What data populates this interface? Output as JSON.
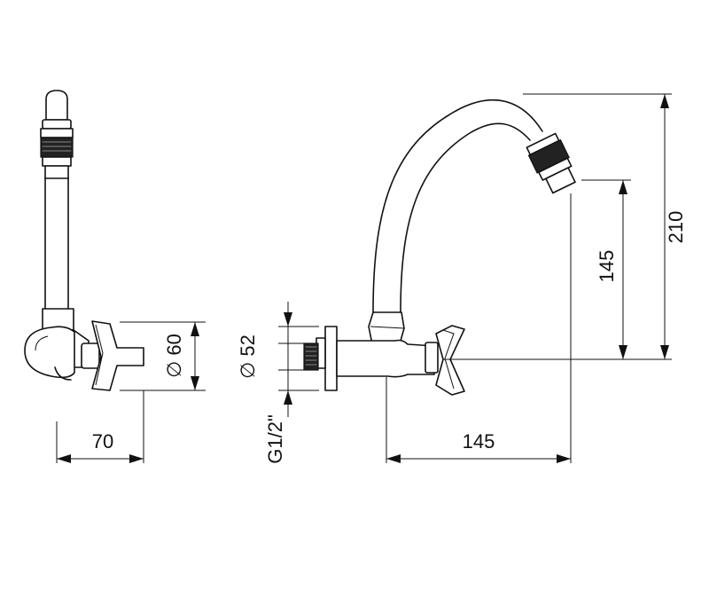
{
  "colors": {
    "line": "#111111",
    "background": "#ffffff"
  },
  "dimensions": {
    "side_width": "70",
    "rosette_diameter": "∅ 60",
    "flange_diameter": "∅ 52",
    "thread": "G1/2\"",
    "spout_reach": "145",
    "outlet_height": "145",
    "total_height": "210"
  }
}
